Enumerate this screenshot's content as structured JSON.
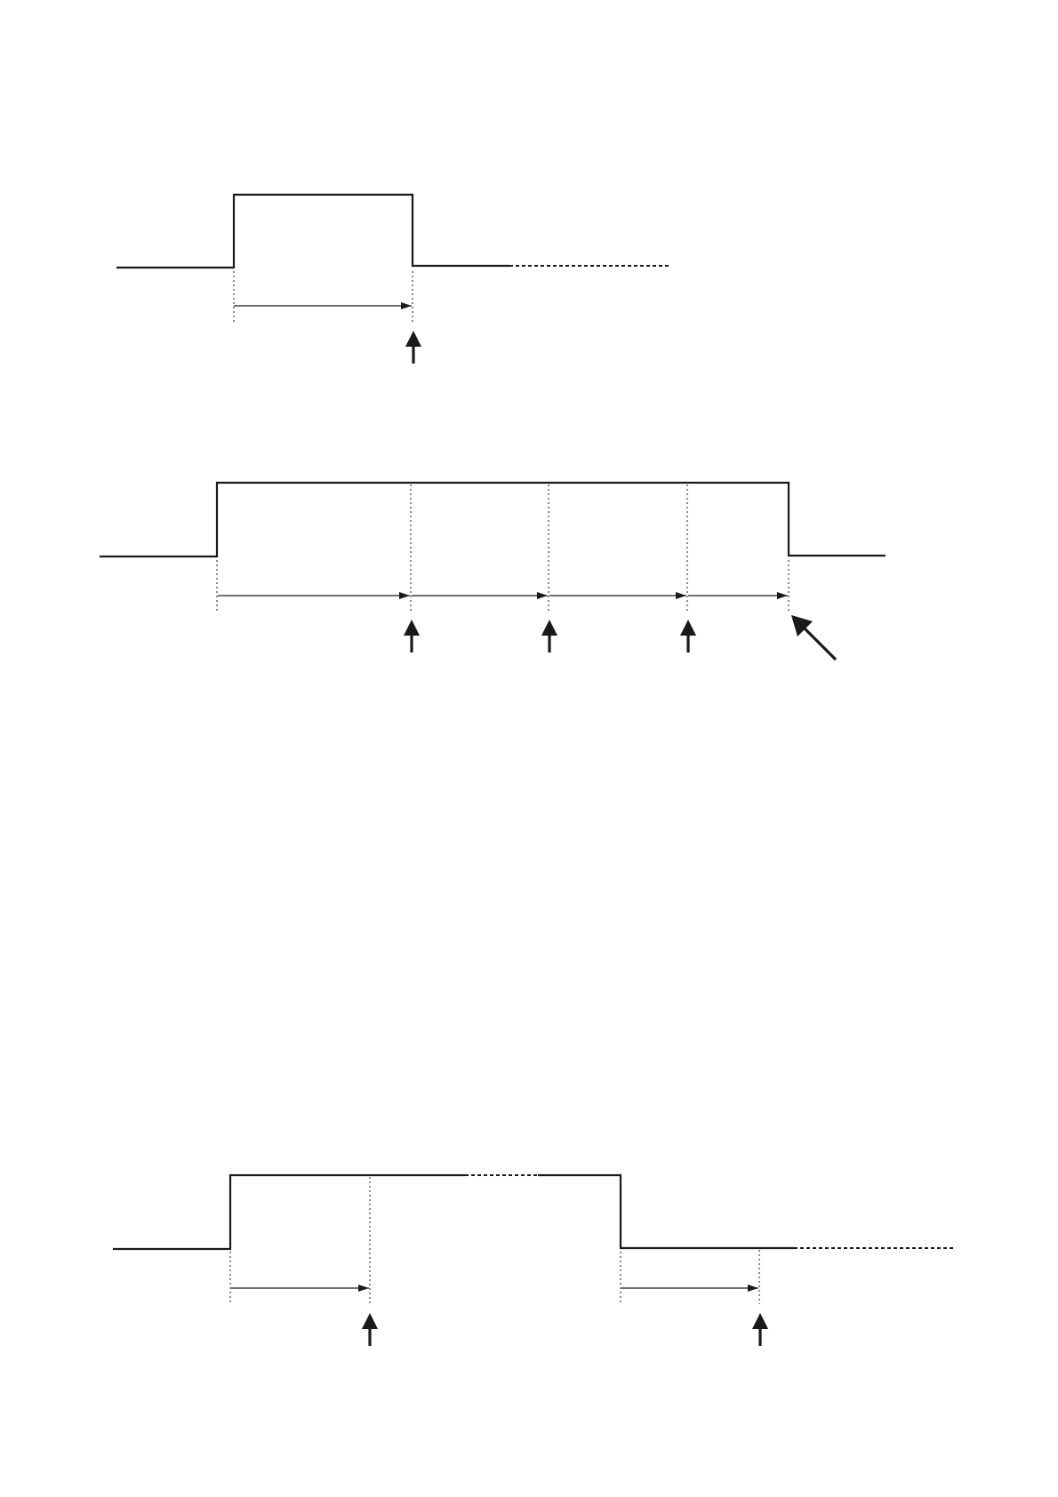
{
  "colors": {
    "line": "#1a1a1a",
    "background": "#ffffff"
  },
  "diagram": {
    "type": "pulse-timing",
    "panels": [
      {
        "name": "short-pulse",
        "pulses": 1,
        "intervals_in_pulse": 1,
        "check_markers": 1,
        "release_marker": false,
        "trailing_dotted_baseline": true
      },
      {
        "name": "long-pulse",
        "pulses": 1,
        "intervals_in_pulse": 4,
        "check_markers": 3,
        "release_marker": true,
        "trailing_dotted_baseline": false
      },
      {
        "name": "continued-pulse",
        "pulses": 1,
        "intervals_in_pulse": 1,
        "intervals_after_release": 1,
        "check_markers": 2,
        "release_marker": false,
        "dotted_high_segment": true,
        "trailing_dotted_baseline": true
      }
    ]
  }
}
